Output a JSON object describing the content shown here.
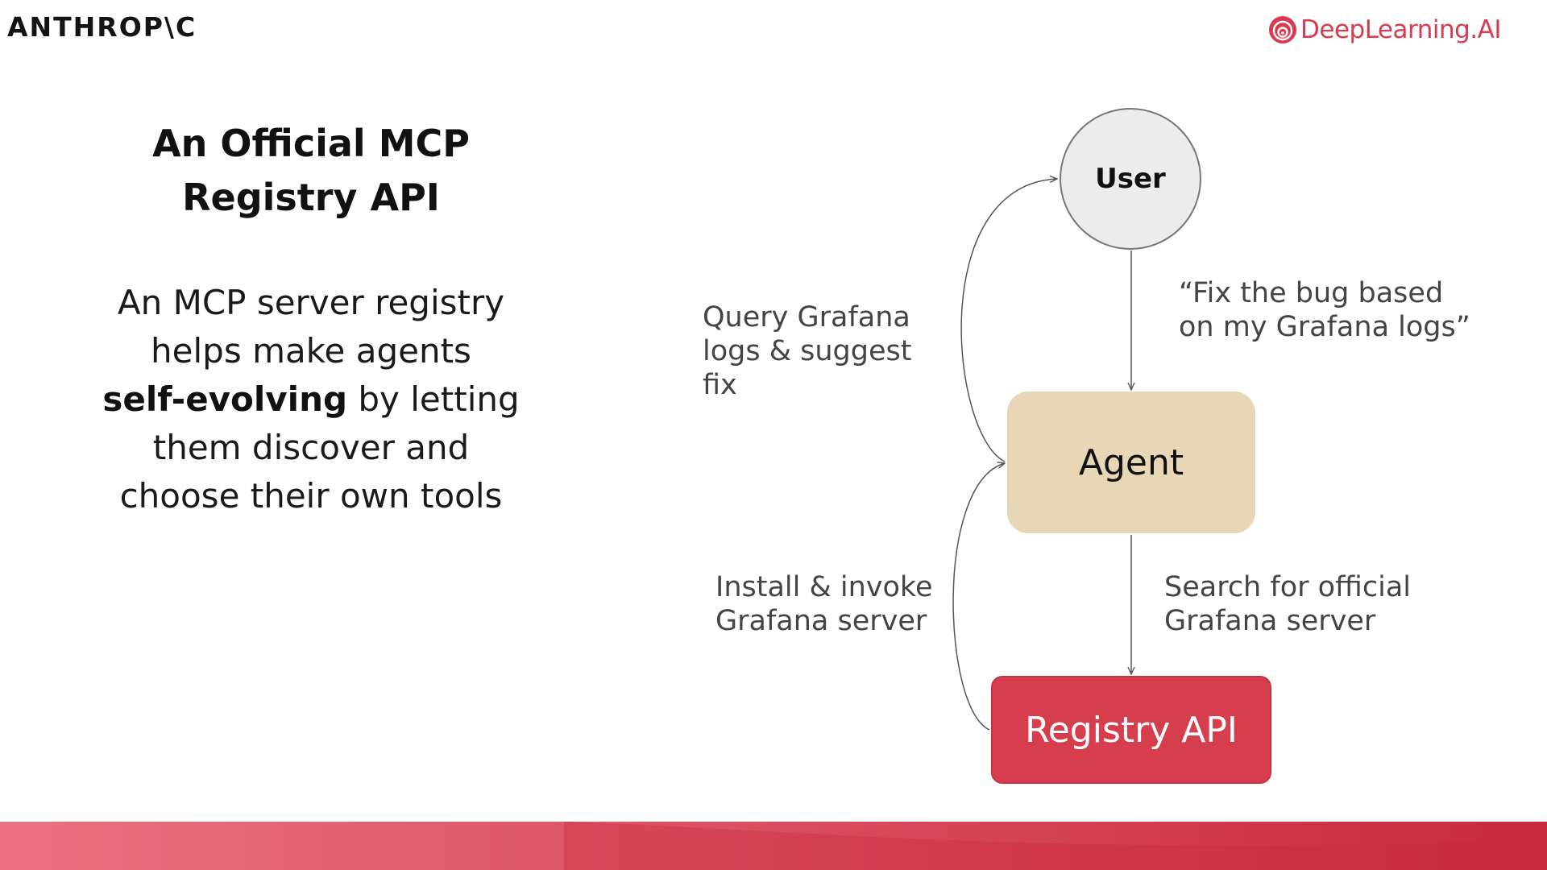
{
  "header": {
    "left_logo": "ANTHROP\\C",
    "right_logo": "DeepLearning.AI",
    "right_logo_icon": "deeplearning-ai-logo-icon"
  },
  "slide": {
    "title_lines": [
      "An Official MCP",
      "Registry API"
    ],
    "body": {
      "line1": "An MCP server registry",
      "line2": "helps make agents",
      "line3_bold": "self-evolving",
      "line3_rest": " by letting",
      "line4": "them discover and",
      "line5": "choose their own tools"
    }
  },
  "diagram": {
    "nodes": {
      "user": "User",
      "agent": "Agent",
      "registry": "Registry API"
    },
    "edge_labels": {
      "query": [
        "Query Grafana",
        "logs & suggest",
        "fix"
      ],
      "fix_bug": [
        "“Fix the bug based",
        "on my Grafana logs”"
      ],
      "install": [
        "Install & invoke",
        "Grafana server"
      ],
      "search": [
        "Search for official",
        "Grafana server"
      ]
    }
  },
  "colors": {
    "brand_red": "#d93a4f",
    "agent_fill": "#e8d7b6",
    "user_fill": "#ececec",
    "registry_fill": "#d63e4e",
    "footer_gradient_start": "#ea7280",
    "footer_gradient_end": "#c9283f"
  }
}
